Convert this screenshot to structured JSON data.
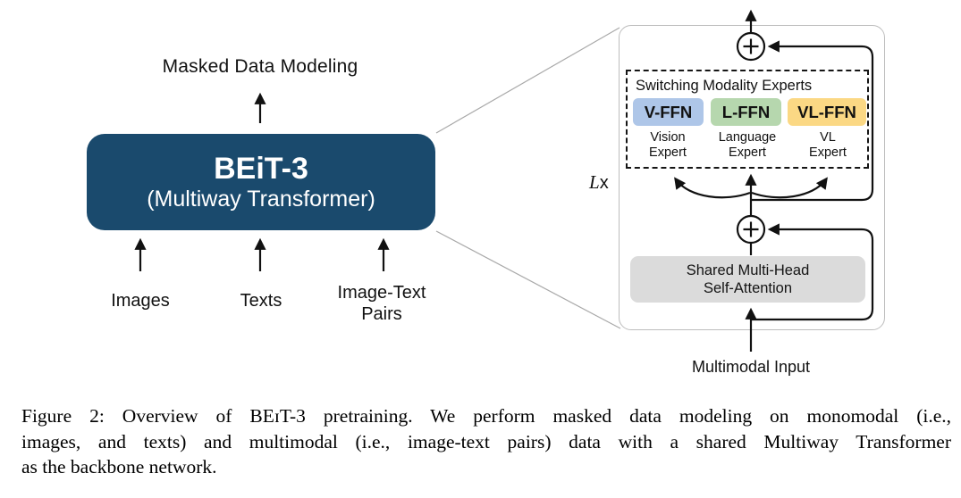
{
  "figure": {
    "pretraining_overview": {
      "objective_label": "Masked Data Modeling",
      "model_box": {
        "title": "BEiT-3",
        "subtitle": "(Multiway Transformer)",
        "bg_color": "#1A4A6D"
      },
      "inputs": [
        {
          "label": "Images"
        },
        {
          "label": "Texts"
        },
        {
          "label": "Image-Text Pairs"
        }
      ]
    },
    "transformer_block": {
      "layers_label": {
        "count_symbol": "L",
        "times_symbol": "x"
      },
      "add_node_symbol": "+",
      "experts_panel": {
        "title": "Switching Modality Experts",
        "experts": [
          {
            "ffn": "V-FFN",
            "name": "Vision Expert",
            "color": "#AEC6E8"
          },
          {
            "ffn": "L-FFN",
            "name": "Language Expert",
            "color": "#B6D7AE"
          },
          {
            "ffn": "VL-FFN",
            "name": "VL Expert",
            "color": "#FBD884"
          }
        ]
      },
      "attention_box": {
        "line1": "Shared Multi-Head",
        "line2": "Self-Attention",
        "bg_color": "#DBDBDB"
      },
      "input_label": "Multimodal Input"
    },
    "caption": {
      "lines": [
        "Figure 2: Overview of BEɪT-3 pretraining. We perform masked data modeling on monomodal (i.e.,",
        "images, and texts) and multimodal (i.e., image-text pairs) data with a shared Multiway Transformer",
        "as the backbone network."
      ]
    }
  }
}
